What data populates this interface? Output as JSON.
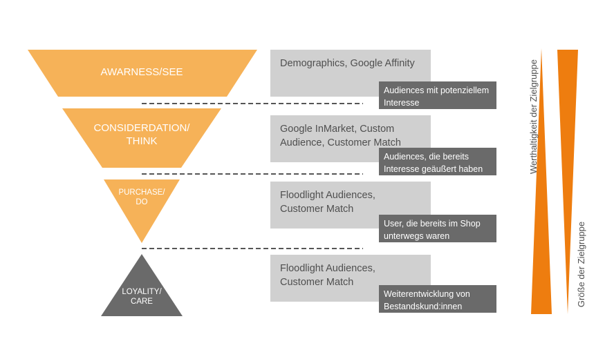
{
  "colors": {
    "orange_light": "#f6b258",
    "orange_dark": "#ee7d0f",
    "grey_dark": "#6a6a6a",
    "grey_light": "#d0d0d0"
  },
  "funnel": {
    "stages": [
      {
        "label": "AWARNESS/SEE",
        "channels": "Demographics, Google Affinity",
        "audience": "Audiences mit potenziellem Interesse"
      },
      {
        "label": "CONSIDERDATION/ THINK",
        "channels": "Google InMarket, Custom Audience, Customer Match",
        "audience": "Audiences, die bereits Interesse geäußert haben"
      },
      {
        "label": "PURCHASE/ DO",
        "channels": "Floodlight Audiences, Customer Match",
        "audience": "User, die bereits im Shop unterwegs waren"
      },
      {
        "label": "LOYALITY/ CARE",
        "channels": "Floodlight Audiences, Customer Match",
        "audience": "Weiterentwicklung von Bestandskund:innen"
      }
    ]
  },
  "side_axes": {
    "left_label": "Werthaltigkeit der Zielgruppe",
    "right_label": "Größe der Zielgruppe"
  }
}
